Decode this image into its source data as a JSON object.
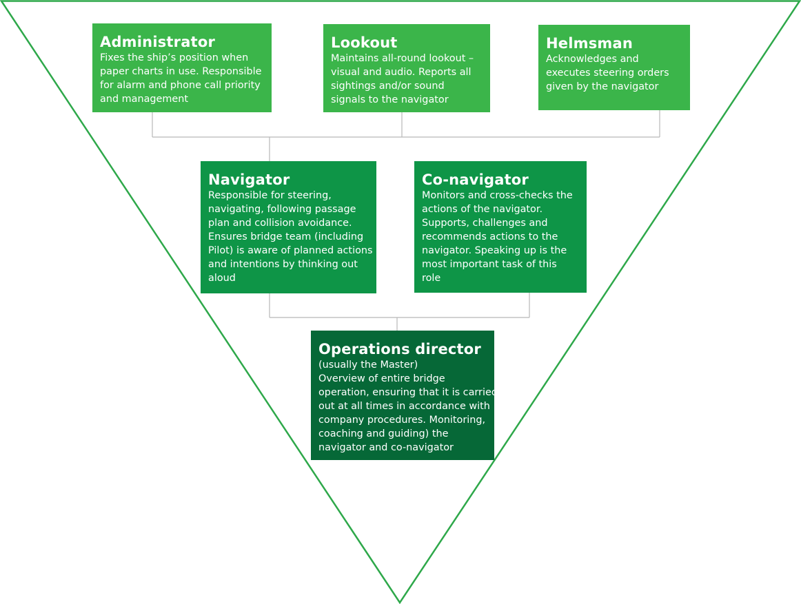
{
  "diagram": {
    "frame_color": "#2ea84a",
    "connector_color": "#b8b8b8",
    "roles": [
      {
        "id": "administrator",
        "title": "Administrator",
        "description": "Fixes the ship’s position when\npaper charts in use. Responsible\nfor alarm and phone call priority\nand management",
        "color": "#3bb54a"
      },
      {
        "id": "lookout",
        "title": "Lookout",
        "description": "Maintains all-round lookout –\nvisual and audio. Reports all\nsightings and/or sound\nsignals to the navigator",
        "color": "#3bb54a"
      },
      {
        "id": "helmsman",
        "title": "Helmsman",
        "description": "Acknowledges and\nexecutes steering orders\ngiven by the navigator",
        "color": "#3bb54a"
      },
      {
        "id": "navigator",
        "title": "Navigator",
        "description": "Responsible for steering,\nnavigating, following passage\nplan and collision avoidance.\nEnsures bridge team (including\nPilot) is aware of planned actions\nand intentions by thinking out\naloud",
        "color": "#0e9547"
      },
      {
        "id": "co-navigator",
        "title": "Co-navigator",
        "description": "Monitors and cross-checks the\nactions of the navigator.\nSupports, challenges and\nrecommends actions to the\nnavigator. Speaking up is the\nmost important task of this\nrole",
        "color": "#0e9547"
      },
      {
        "id": "operations-director",
        "title": "Operations director",
        "description": "(usually the Master)\nOverview of entire bridge\noperation, ensuring that it is carried\nout at all times in accordance with\ncompany procedures. Monitoring,\ncoaching and guiding) the\nnavigator and co-navigator",
        "color": "#066837"
      }
    ]
  }
}
